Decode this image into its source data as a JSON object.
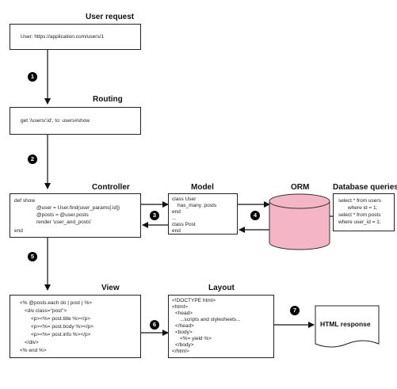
{
  "titles": {
    "user_request": "User request",
    "routing": "Routing",
    "controller": "Controller",
    "model": "Model",
    "orm": "ORM",
    "database_queries": "Database queries",
    "view": "View",
    "layout": "Layout"
  },
  "user_request": {
    "text": "User: https://application.com/users/1"
  },
  "routing": {
    "text": "get '/users/:id', to: users#show"
  },
  "controller": {
    "line1": "def show",
    "line2": "@user = User.find(user_params[:id])",
    "line3": "@posts = @user.posts",
    "line4": "render 'user_and_posts'",
    "line5": "end"
  },
  "model": {
    "line1": "class User",
    "line2": "has_many :posts",
    "line3": "end",
    "line4": "...",
    "line5": "class Post",
    "line6": "end"
  },
  "db": {
    "line1": "select * from users",
    "line2": "where id = 1;",
    "line3": "select * from posts",
    "line4": "where user_id = 1;"
  },
  "view": {
    "line1": "<% @posts.each do | post | %>",
    "line2": "<div class=\"post\">",
    "line3": "<p><%= post.title %></p>",
    "line4": "<p><%= post.body %></p>",
    "line5": "<p><%= post.info %></p>",
    "line6": "</div>",
    "line7": "<% end %>"
  },
  "layout": {
    "line1": "<!DOCTYPE html>",
    "line2": "<html>",
    "line3": "<head>",
    "line4": "...scripts and stylesheets...",
    "line5": "</head>",
    "line6": "<body>",
    "line7": "<%= yield %>",
    "line8": "</body>",
    "line9": "</html>"
  },
  "response": {
    "label": "HTML response"
  },
  "steps": [
    "1",
    "2",
    "3",
    "4",
    "5",
    "6",
    "7"
  ],
  "colors": {
    "orm_fill": "#f4b6c6",
    "orm_stroke": "#333333",
    "line": "#111111"
  }
}
